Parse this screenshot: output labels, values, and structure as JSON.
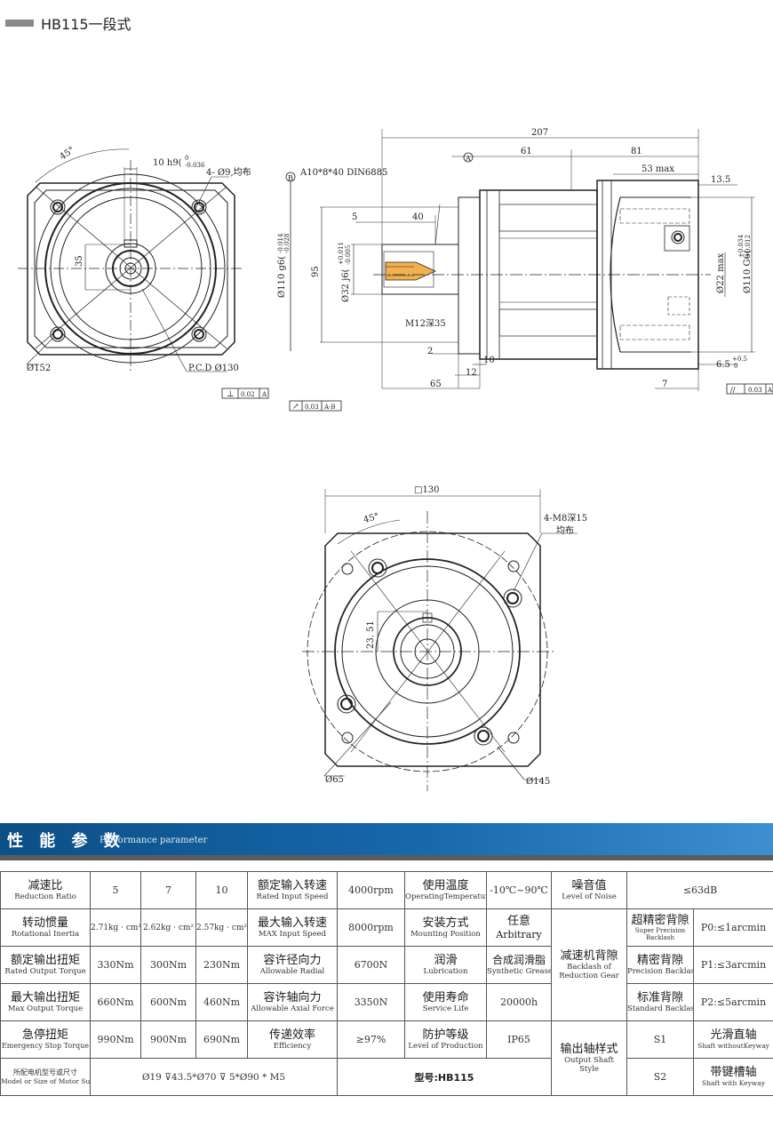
{
  "header": {
    "title": "HB115一段式"
  },
  "drawing": {
    "side_view": {
      "dims": {
        "total_len": "207",
        "len_61": "61",
        "len_81": "81",
        "flange_53": "53 max",
        "len_13_5": "13.5",
        "len_5": "5",
        "len_40": "40",
        "len_95": "95",
        "len_2": "2",
        "len_10": "10",
        "len_12": "12",
        "len_65": "65",
        "len_7": "7",
        "len_6_5": "6.5",
        "tol_6_5_up": "+0.5",
        "tol_6_5_lo": "0",
        "dia_110g6": "Ø110 g6(",
        "tol_g6_up": "-0.014",
        "tol_g6_lo": "-0.028",
        "dia_32j6": "Ø32 j6(",
        "tol_j6_up": "+0.011",
        "tol_j6_lo": "-0.005",
        "dia_22": "Ø22 max",
        "dia_110G6": "Ø110 G6(",
        "tol_G6_up": "+0.034",
        "tol_G6_lo": "+0.012"
      },
      "notes": {
        "key": "A10*8*40 DIN6885",
        "thread": "M12深35"
      },
      "datums": {
        "a": "A",
        "b": "B"
      },
      "tolerance_frames": [
        {
          "symbol": "⊥",
          "value": "0.02",
          "ref": "A"
        },
        {
          "symbol": "↗",
          "value": "0.03",
          "ref": "A-B"
        },
        {
          "symbol": "//",
          "value": "0.03",
          "ref": "A"
        }
      ]
    },
    "front_view": {
      "dims": {
        "angle": "45°",
        "key_width": "10 h9(",
        "tol_h9_up": "0",
        "tol_h9_lo": "-0.036",
        "holes": "4- Ø9,均布",
        "key_height": "35",
        "dia_152": "Ø152",
        "pcd": "P.C.D Ø130"
      }
    },
    "rear_view": {
      "dims": {
        "square": "□130",
        "angle": "45°",
        "holes_line1": "4-M8深15",
        "holes_line2": "均布",
        "dim_23_51": "23. 51",
        "dia_65": "Ø65",
        "dia_145": "Ø145"
      }
    }
  },
  "performance": {
    "title_cn": "性 能 参 数",
    "title_en": "Performance parameter",
    "table": {
      "ratio_cn": "减速比",
      "ratio_en": "Reduction Ratio",
      "ratios": [
        "5",
        "7",
        "10"
      ],
      "inertia_cn": "转动惯量",
      "inertia_en": "Rotational Inertia",
      "inertia": [
        "2.71kg · cm²",
        "2.62kg · cm²",
        "2.57kg · cm²"
      ],
      "rated_torque_cn": "额定输出扭矩",
      "rated_torque_en": "Rated Output Torque",
      "rated_torque": [
        "330Nm",
        "300Nm",
        "230Nm"
      ],
      "max_torque_cn": "最大输出扭矩",
      "max_torque_en": "Max Output Torque",
      "max_torque": [
        "660Nm",
        "600Nm",
        "460Nm"
      ],
      "estop_cn": "急停扭矩",
      "estop_en": "Emergency Stop Torque",
      "estop": [
        "990Nm",
        "900Nm",
        "690Nm"
      ],
      "motor_cn": "所配电机型号或尺寸",
      "motor_en": "Model or Size of Motor Supplied",
      "motor_value": "Ø19 ⊽43.5*Ø70 ⊽ 5*Ø90 * M5",
      "rated_speed_cn": "额定输入转速",
      "rated_speed_en": "Rated Input Speed",
      "rated_speed": "4000rpm",
      "max_speed_cn": "最大输入转速",
      "max_speed_en": "MAX Input Speed",
      "max_speed": "8000rpm",
      "radial_cn": "容许径向力",
      "radial_en": "Allowable Radial",
      "radial": "6700N",
      "axial_cn": "容许轴向力",
      "axial_en": "Allowable Axial Force",
      "axial": "3350N",
      "eff_cn": "传递效率",
      "eff_en": "Efficiency",
      "eff": "≥97%",
      "temp_cn": "使用温度",
      "temp_en": "OperatingTemperature",
      "temp": "-10℃~90℃",
      "mount_cn": "安装方式",
      "mount_en": "Mounting Position",
      "mount_cn_val": "任意",
      "mount_en_val": "Arbitrary",
      "lube_cn": "润滑",
      "lube_en": "Lubrication",
      "lube_cn_val": "合成润滑脂",
      "lube_en_val": "Synthetic Grease",
      "life_cn": "使用寿命",
      "life_en": "Service Life",
      "life": "20000h",
      "prot_cn": "防护等级",
      "prot_en": "Level of Production",
      "prot": "IP65",
      "noise_cn": "噪音值",
      "noise_en": "Level of Noise",
      "noise": "≤63dB",
      "backlash_cn": "减速机背隙",
      "backlash_en1": "Backlash of",
      "backlash_en2": "Reduction Gear",
      "super_cn": "超精密背隙",
      "super_en1": "Super Precision",
      "super_en2": "Backlash",
      "super_val": "P0:≤1arcmin",
      "prec_cn": "精密背隙",
      "prec_en": "Precision Backlash",
      "prec_val": "P1:≤3arcmin",
      "std_cn": "标准背隙",
      "std_en": "Standard Backlash",
      "std_val": "P2:≤5arcmin",
      "shaft_cn": "输出轴样式",
      "shaft_en1": "Output Shaft",
      "shaft_en2": "Style",
      "s1": "S1",
      "s1_cn": "光滑直轴",
      "s1_en": "Shaft withoutKeyway",
      "s2": "S2",
      "s2_cn": "带键槽轴",
      "s2_en": "Shaft with Keyway",
      "model": "型号:HB115"
    }
  }
}
